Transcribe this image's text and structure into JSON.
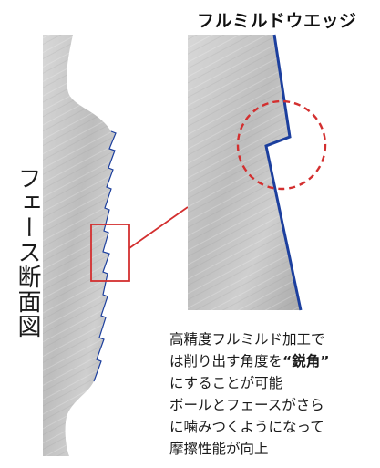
{
  "title": "フルミルドウエッジ",
  "side_label": "フェース断面図",
  "description": {
    "line1": "高精度フルミルド加工で",
    "line2_before": "は削り出す角度を",
    "line2_emphasis": "“鋭角”",
    "line3": "にすることが可能",
    "line4": "ボールとフェースがさら",
    "line5": "に噛みつくようになって",
    "line6": "摩擦性能が向上"
  },
  "colors": {
    "face_edge": "#1c3f9e",
    "callout": "#d32f2f",
    "focus_circle": "#d32f2f",
    "metal_light": "#dcdcdc",
    "metal_dark": "#a9a9a9"
  }
}
